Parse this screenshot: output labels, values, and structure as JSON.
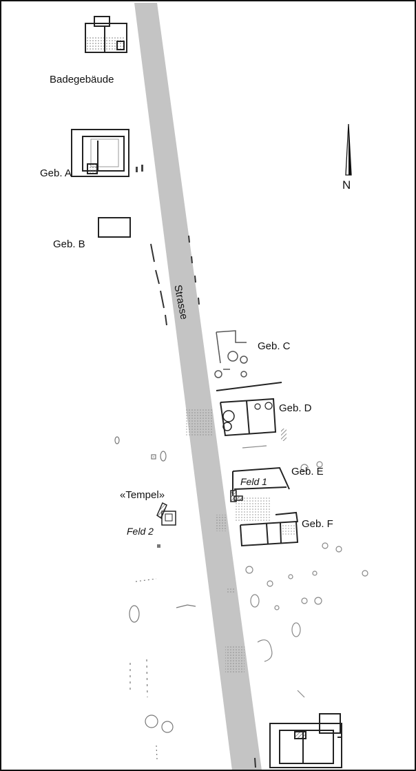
{
  "map": {
    "labels": {
      "badegebaeude": "Badegebäude",
      "geb_a": "Geb. A",
      "geb_b": "Geb. B",
      "geb_c": "Geb. C",
      "geb_d": "Geb. D",
      "geb_e": "Geb. E",
      "geb_f": "Geb. F",
      "strasse": "Strasse",
      "tempel": "«Tempel»",
      "feld_1": "Feld 1",
      "feld_2": "Feld 2"
    },
    "north_arrow": {
      "letter": "N",
      "icon": "north-arrow-icon"
    },
    "colors": {
      "road": "#c4c4c4",
      "walls": "#222222",
      "hatch": "#9a9a9a",
      "features": "#8c8c8c"
    }
  }
}
